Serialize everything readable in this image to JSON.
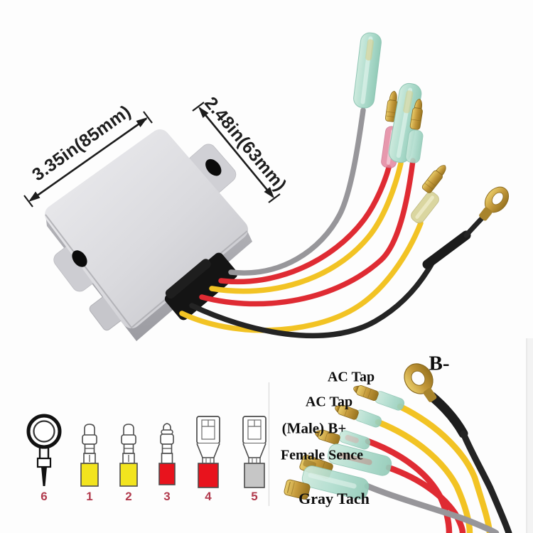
{
  "dimension_annotations": {
    "width": "3.35in(85mm)",
    "height": "2.48in(63mm)"
  },
  "wire_labels": {
    "ac_tap_1": "AC Tap",
    "ac_tap_2": "AC Tap",
    "male_b_plus": "(Male) B+",
    "female_sence": "Female Sence",
    "gray_tach": "Gray Tach",
    "b_minus": "B-"
  },
  "legend": {
    "number_color": "#b13a4d",
    "items": [
      {
        "number": "6",
        "type": "ring-terminal",
        "color": "#ffffff"
      },
      {
        "number": "1",
        "type": "male-bullet-terminal",
        "color": "#f2e41e"
      },
      {
        "number": "2",
        "type": "male-bullet-terminal",
        "color": "#f2e41e"
      },
      {
        "number": "3",
        "type": "male-bullet-terminal",
        "color": "#e8131d"
      },
      {
        "number": "4",
        "type": "female-spade-terminal",
        "color": "#e8131d"
      },
      {
        "number": "5",
        "type": "female-spade-terminal",
        "color": "#c6c6c6"
      }
    ]
  },
  "colors": {
    "wire_yellow": "#f2c324",
    "wire_red": "#df2b33",
    "wire_gray": "#97969a",
    "wire_black": "#242424",
    "brass": "#c79b3a",
    "heatshrink_teal": "#aedccd",
    "box_silver": "#d9d9dd"
  }
}
